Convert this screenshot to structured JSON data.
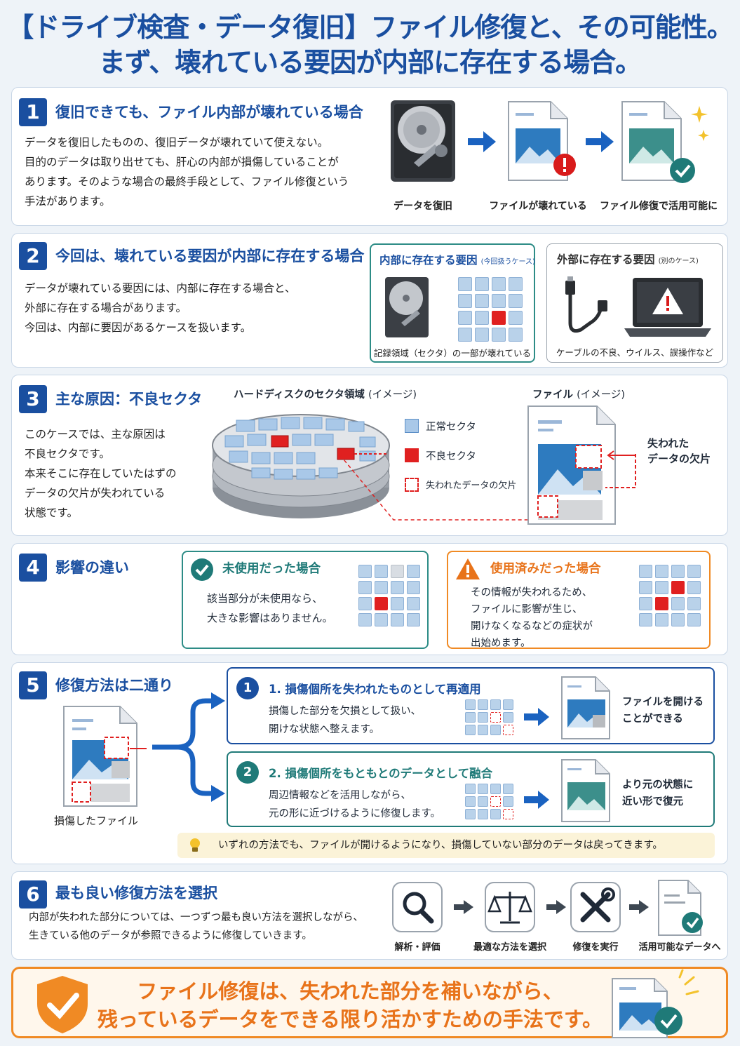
{
  "title": {
    "line1": "【ドライブ検査・データ復旧】ファイル修復と、その可能性。",
    "line2": "まず、壊れている要因が内部に存在する場合。"
  },
  "s1": {
    "num": "1",
    "title": "復旧できても、ファイル内部が壊れている場合",
    "lines": [
      "データを復旧したものの、復旧データが壊れていて使えない。",
      "目的のデータは取り出せても、肝心の内部が損傷していることが",
      "あります。そのような場合の最終手段として、ファイル修復という",
      "手法があります。"
    ],
    "cap1": "データを復旧",
    "cap2": "ファイルが壊れている",
    "cap3": "ファイル修復で活用可能に"
  },
  "s2": {
    "num": "2",
    "title": "今回は、壊れている要因が内部に存在する場合",
    "lines": [
      "データが壊れている要因には、内部に存在する場合と、",
      "外部に存在する場合があります。",
      "今回は、内部に要因があるケースを扱います。"
    ],
    "internal_title": "内部に存在する要因",
    "internal_tag": "(今回扱うケース)",
    "internal_cap": "記録領域（セクタ）の一部が壊れている",
    "external_title": "外部に存在する要因",
    "external_tag": "(別のケース)",
    "external_cap": "ケーブルの不良、ウイルス、誤操作など"
  },
  "s3": {
    "num": "3",
    "title": "主な原因：不良セクタ",
    "lines": [
      "このケースでは、主な原因は",
      "不良セクタです。",
      "本来そこに存在していたはずの",
      "データの欠片が失われている",
      "状態です。"
    ],
    "disk_label": "ハードディスクのセクタ領域",
    "disk_tag": "(イメージ)",
    "legend_normal": "正常セクタ",
    "legend_bad": "不良セクタ",
    "legend_lost": "失われたデータの欠片",
    "file_label": "ファイル",
    "file_tag": "(イメージ)",
    "lost1": "失われた",
    "lost2": "データの欠片"
  },
  "s4": {
    "num": "4",
    "title": "影響の違い",
    "unused_title": "未使用だった場合",
    "unused_lines": [
      "該当部分が未使用なら、",
      "大きな影響はありません。"
    ],
    "used_title": "使用済みだった場合",
    "used_lines": [
      "その情報が失われるため、",
      "ファイルに影響が生じ、",
      "開けなくなるなどの症状が",
      "出始めます。"
    ]
  },
  "s5": {
    "num": "5",
    "title": "修復方法は二通り",
    "damaged_cap": "損傷したファイル",
    "m1_num": "1",
    "m1_title": "1. 損傷個所を失われたものとして再適用",
    "m1_lines": [
      "損傷した部分を欠損として扱い、",
      "開けな状態へ整えます。"
    ],
    "m1_result": [
      "ファイルを開ける",
      "ことができる"
    ],
    "m2_num": "2",
    "m2_title": "2. 損傷個所をもともとのデータとして融合",
    "m2_lines": [
      "周辺情報などを活用しながら、",
      "元の形に近づけるように修復します。"
    ],
    "m2_result": [
      "より元の状態に",
      "近い形で復元"
    ],
    "note": "いずれの方法でも、ファイルが開けるようになり、損傷していない部分のデータは戻ってきます。"
  },
  "s6": {
    "num": "6",
    "title": "最も良い修復方法を選択",
    "lines": [
      "内部が失われた部分については、一つずつ最も良い方法を選択しながら、",
      "生きている他のデータが参照できるように修復していきます。"
    ],
    "step1": "解析・評価",
    "step2": "最適な方法を選択",
    "step3": "修復を実行",
    "step4": "活用可能なデータへ"
  },
  "footer": {
    "line1": "ファイル修復は、失われた部分を補いながら、",
    "line2": "残っているデータをできる限り活かすための手法です。"
  },
  "colors": {
    "primary": "#1a4fa0",
    "accent_orange": "#f08a24",
    "bad_sector": "#e02020",
    "teal": "#1f7a78"
  }
}
